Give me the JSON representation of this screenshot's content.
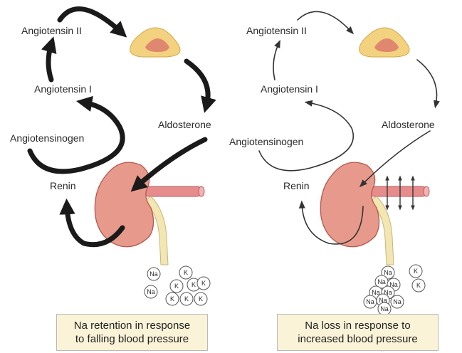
{
  "left_panel": {
    "labels": {
      "angiotensin_ii": "Angiotensin II",
      "angiotensin_i": "Angiotensin I",
      "angiotensinogen": "Angiotensinogen",
      "renin": "Renin",
      "aldosterone": "Aldosterone"
    },
    "ions": [
      "Na",
      "Na",
      "K",
      "K",
      "K",
      "K",
      "K",
      "K",
      "K"
    ],
    "caption": {
      "line1": "Na retention in response",
      "line2": "to falling blood pressure"
    }
  },
  "right_panel": {
    "labels": {
      "angiotensin_ii": "Angiotensin II",
      "angiotensin_i": "Angiotensin I",
      "angiotensinogen": "Angiotensinogen",
      "renin": "Renin",
      "aldosterone": "Aldosterone"
    },
    "ions": [
      "Na",
      "Na",
      "Na",
      "Na",
      "Na",
      "Na",
      "Na",
      "Na",
      "Na",
      "K",
      "K"
    ],
    "caption": {
      "line1": "Na loss in response to",
      "line2": "increased blood pressure"
    }
  },
  "colors": {
    "adrenal_outer": "#f3d27f",
    "adrenal_inner": "#e0876f",
    "kidney": "#e79a8b",
    "kidney_edge": "#b5574c",
    "vessel": "#e78c8c",
    "ureter": "#f2e6b2",
    "caption_bg": "#fbf3d8",
    "arrow": "#1a1a1a"
  }
}
